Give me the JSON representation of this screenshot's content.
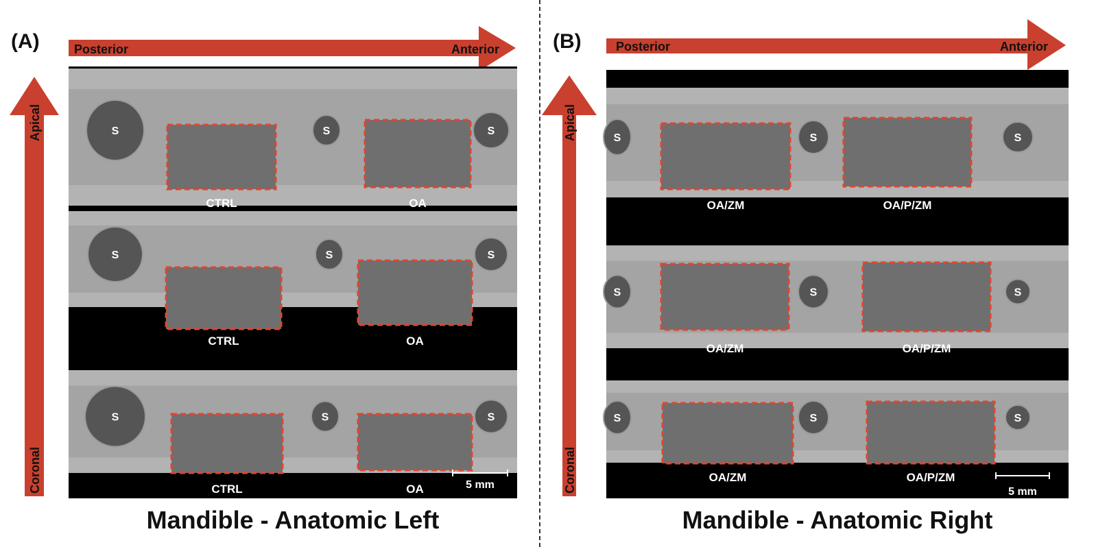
{
  "panel_a": {
    "letter": "(A)",
    "arrow_h": {
      "start_label": "Posterior",
      "end_label": "Anterior"
    },
    "arrow_v": {
      "top_label": "Apical",
      "bottom_label": "Coronal"
    },
    "sections": [
      {
        "left_label": "CTRL",
        "right_label": "OA",
        "s_markers": [
          "S",
          "S",
          "S"
        ]
      },
      {
        "left_label": "CTRL",
        "right_label": "OA",
        "s_markers": [
          "S",
          "S",
          "S"
        ]
      },
      {
        "left_label": "CTRL",
        "right_label": "OA",
        "s_markers": [
          "S",
          "S",
          "S"
        ]
      }
    ],
    "scale_bar": "5 mm",
    "caption": "Mandible - Anatomic Left"
  },
  "panel_b": {
    "letter": "(B)",
    "arrow_h": {
      "start_label": "Posterior",
      "end_label": "Anterior"
    },
    "arrow_v": {
      "top_label": "Apical",
      "bottom_label": "Coronal"
    },
    "sections": [
      {
        "left_label": "OA/ZM",
        "right_label": "OA/P/ZM",
        "s_markers": [
          "S",
          "S",
          "S"
        ]
      },
      {
        "left_label": "OA/ZM",
        "right_label": "OA/P/ZM",
        "s_markers": [
          "S",
          "S",
          "S"
        ]
      },
      {
        "left_label": "OA/ZM",
        "right_label": "OA/P/ZM",
        "s_markers": [
          "S",
          "S",
          "S"
        ]
      }
    ],
    "scale_bar": "5 mm",
    "caption": "Mandible - Anatomic Right"
  },
  "colors": {
    "arrow": "#c9402e",
    "roi_box": "#e0452f",
    "bone": "#b9b9b9",
    "background": "#000000"
  }
}
